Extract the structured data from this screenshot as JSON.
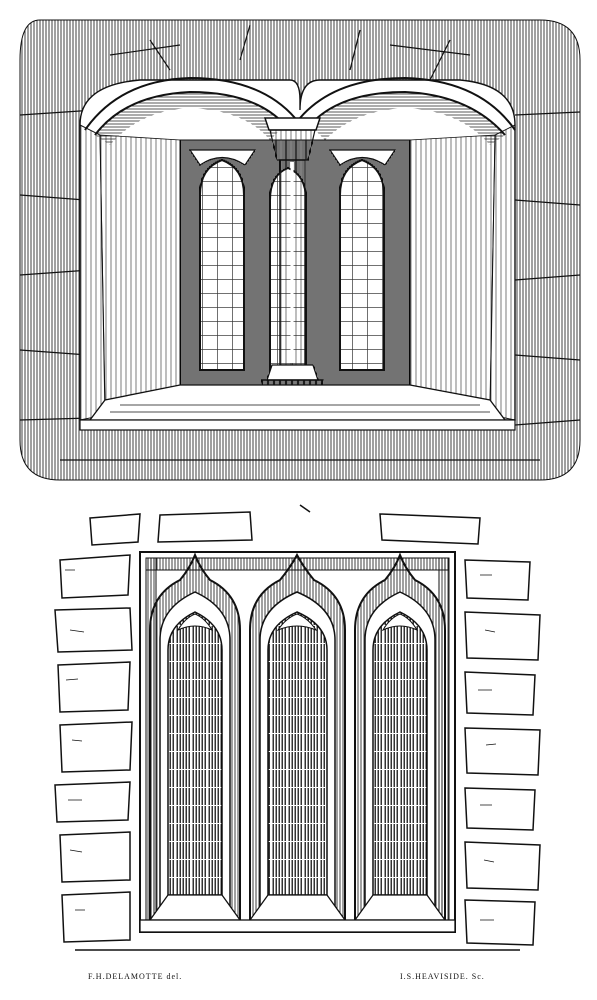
{
  "plates": [
    {
      "id": "upper-window",
      "signature_left": "",
      "signature_right": "",
      "ink": "#111111",
      "paper": "#ffffff"
    },
    {
      "id": "lower-window",
      "signature_left": "F.H.DELAMOTTE del.",
      "signature_right": "I.S.HEAVISIDE. Sc.",
      "ink": "#111111",
      "paper": "#ffffff"
    }
  ]
}
